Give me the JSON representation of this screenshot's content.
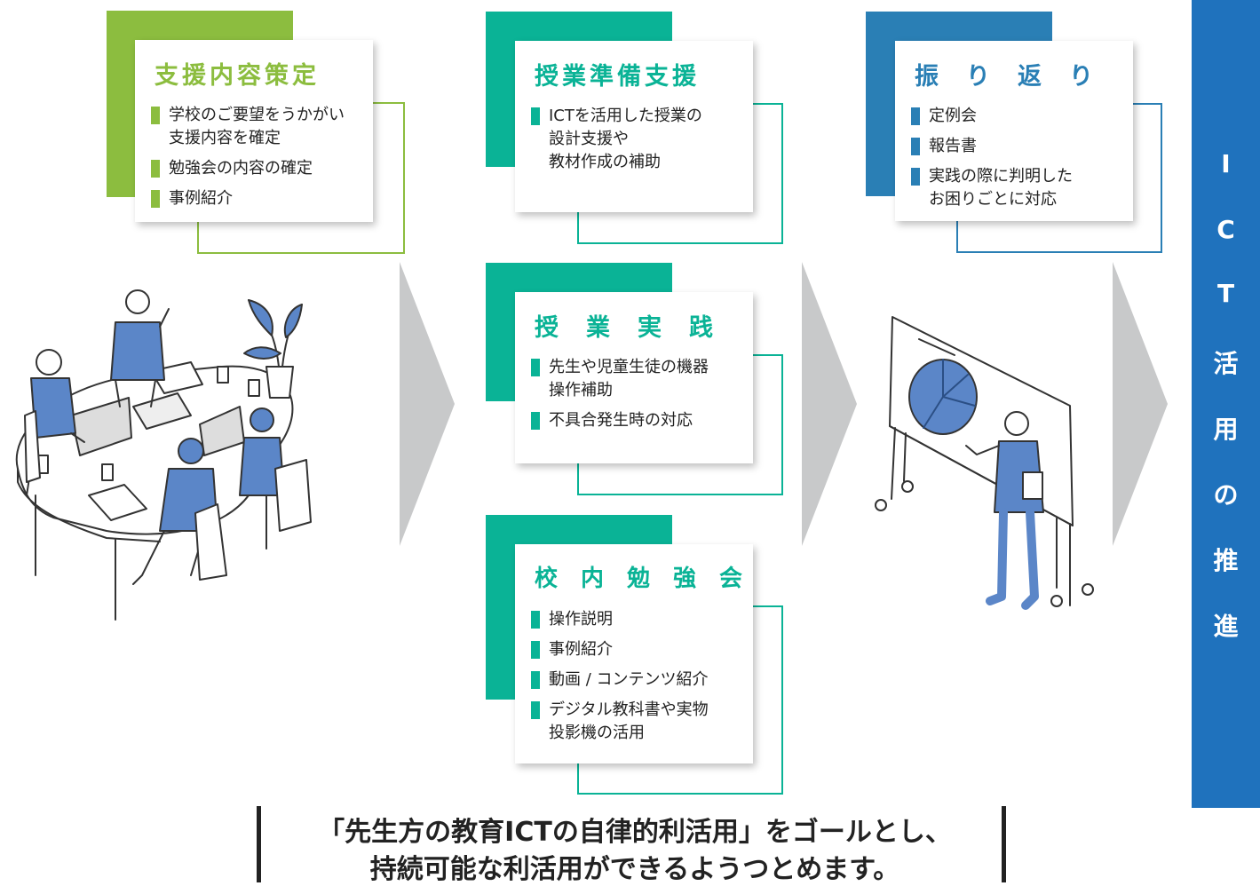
{
  "colors": {
    "green": "#8cbd3f",
    "teal": "#0ab396",
    "blue": "#2a7fb5",
    "banner": "#1f72bd",
    "arrow": "#c8c9ca",
    "figure_blue": "#5b86c8"
  },
  "cards": {
    "plan": {
      "title": "支援内容策定",
      "items": [
        "学校のご要望をうかがい\n支援内容を確定",
        "勉強会の内容の確定",
        "事例紹介"
      ]
    },
    "prep": {
      "title": "授業準備支援",
      "items": [
        "ICTを活用した授業の\n設計支援や\n教材作成の補助"
      ]
    },
    "practice": {
      "title": "授　業　実　践",
      "items": [
        "先生や児童生徒の機器\n操作補助",
        "不具合発生時の対応"
      ]
    },
    "study": {
      "title": "校　内　勉　強　会",
      "items": [
        "操作説明",
        "事例紹介",
        "動画 / コンテンツ紹介",
        "デジタル教科書や実物\n投影機の活用"
      ]
    },
    "review": {
      "title": "振　り　返　り",
      "items": [
        "定例会",
        "報告書",
        "実践の際に判明した\nお困りごとに対応"
      ]
    }
  },
  "banner": {
    "chars": [
      "I",
      "C",
      "T",
      "活",
      "用",
      "の",
      "推",
      "進"
    ]
  },
  "bottom": {
    "line1": "「先生方の教育ICTの自律的利活用」をゴールとし、",
    "line2": "持続可能な利活用ができるようつとめます。"
  },
  "icons": {
    "meeting": "meeting-illustration",
    "presenter": "presenter-illustration",
    "arrow": "chevron-arrow"
  }
}
